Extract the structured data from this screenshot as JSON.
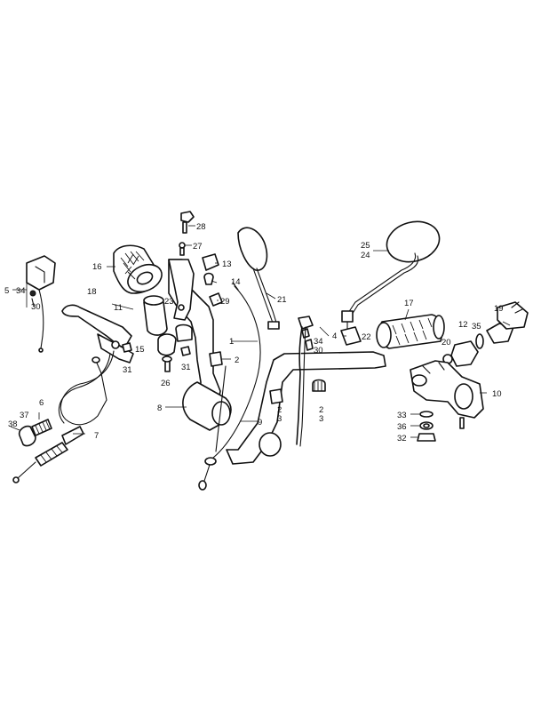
{
  "callouts": {
    "c1": "1",
    "c2a": "2",
    "c2b": "2",
    "c2c": "2",
    "c3a": "3",
    "c3b": "3",
    "c4": "4",
    "c5": "5",
    "c6": "6",
    "c7": "7",
    "c8": "8",
    "c9": "9",
    "c10": "10",
    "c11": "11",
    "c12": "12",
    "c13": "13",
    "c14": "14",
    "c15": "15",
    "c16": "16",
    "c17": "17",
    "c18": "18",
    "c19": "19",
    "c20": "20",
    "c21": "21",
    "c22": "22",
    "c23": "23",
    "c24": "24",
    "c25": "25",
    "c26": "26",
    "c27": "27",
    "c28": "28",
    "c29": "29",
    "c30a": "30",
    "c30b": "30",
    "c31a": "31",
    "c31b": "31",
    "c32": "32",
    "c33": "33",
    "c34a": "34",
    "c34b": "34",
    "c35": "35",
    "c36": "36",
    "c37": "37",
    "c38": "38"
  }
}
